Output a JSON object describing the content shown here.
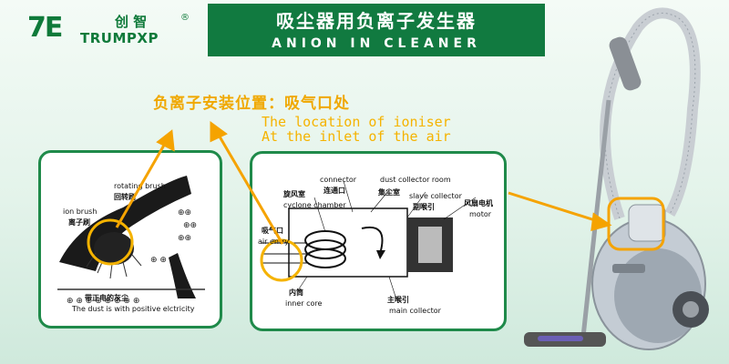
{
  "logo": {
    "mark": "7E",
    "chinese": "创 智",
    "english": "TRUMPXP",
    "registered": "®"
  },
  "banner": {
    "title_cn": "吸尘器用负离子发生器",
    "title_en": "ANION IN CLEANER",
    "bg_color": "#117a40"
  },
  "headline": {
    "cn": "负离子安装位置：吸气口处",
    "line1": "The location of ioniser",
    "line2": "At the inlet of the air",
    "color": "#f0a800"
  },
  "left_panel": {
    "rotating_brush_en": "rotating brush",
    "rotating_brush_cn": "回转刷",
    "ion_brush_en": "ion brush",
    "ion_brush_cn": "离子刷",
    "dust_cn": "带正电的灰尘",
    "dust_en": "The dust is with positive elctricity"
  },
  "right_panel": {
    "connector_en": "connector",
    "connector_cn": "连通口",
    "dust_room_en": "dust collector room",
    "dust_room_cn": "集尘室",
    "cyclone_cn": "旋风室",
    "cyclone_en": "cyclone chamber",
    "slave_en": "slave collector",
    "slave_cn": "副喉引",
    "motor_cn": "风扇电机",
    "motor_en": "motor",
    "air_entry_cn": "吸气口",
    "air_entry_en": "air entry",
    "inner_core_cn": "内筒",
    "inner_core_en": "inner core",
    "main_collector_cn": "主喉引",
    "main_collector_en": "main collector"
  },
  "colors": {
    "panel_border": "#1f8a4a",
    "arrow": "#f5a300",
    "circle": "#f5b300"
  }
}
